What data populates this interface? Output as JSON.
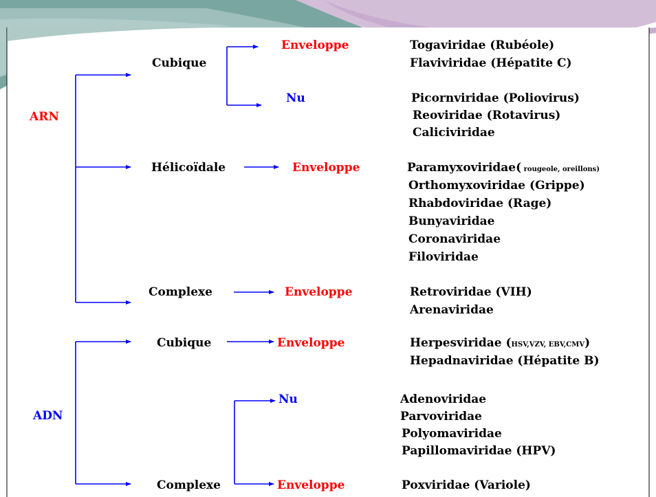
{
  "colors": {
    "accent_red": "#ff0000",
    "accent_blue": "#0000ff",
    "text": "#000000",
    "banner_teal": "#7aa6a2",
    "banner_lilac": "#d3bed8"
  },
  "rna": {
    "label": "ARN",
    "branches": [
      {
        "symmetry": "Cubique",
        "sub": [
          {
            "type": "Enveloppe",
            "families": [
              "Togaviridae (Rubéole)",
              "Flaviviridae (Hépatite C)"
            ]
          },
          {
            "type": "Nu",
            "families": [
              "Picornviridae (Poliovirus)",
              "Reoviridae (Rotavirus)",
              "Caliciviridae"
            ]
          }
        ]
      },
      {
        "symmetry": "Hélicoïdale",
        "type": "Enveloppe",
        "first_family": "Paramyxoviridae(",
        "first_family_note": " rougeole, oreillons)",
        "families": [
          "Orthomyxoviridae (Grippe)",
          "Rhabdoviridae (Rage)",
          "Bunyaviridae",
          "Coronaviridae",
          "Filoviridae"
        ]
      },
      {
        "symmetry": "Complexe",
        "type": "Enveloppe",
        "families": [
          "Retroviridae (VIH)",
          "Arenaviridae"
        ]
      }
    ]
  },
  "dna": {
    "label": "ADN",
    "branches": [
      {
        "symmetry": "Cubique",
        "type": "Enveloppe",
        "first_family": "Herpesviridae (",
        "first_family_note": "HSV,VZV, EBV,CMV",
        "first_family_end": ")",
        "families": [
          "Hepadnaviridae  (Hépatite B)"
        ]
      },
      {
        "symmetry": "Complexe",
        "sub": [
          {
            "type": "Nu",
            "families": [
              "Adenoviridae",
              "Parvoviridae",
              "Polyomaviridae",
              "Papillomaviridae (HPV)"
            ]
          },
          {
            "type": "Enveloppe",
            "families": [
              "Poxviridae (Variole)"
            ]
          }
        ]
      }
    ]
  }
}
